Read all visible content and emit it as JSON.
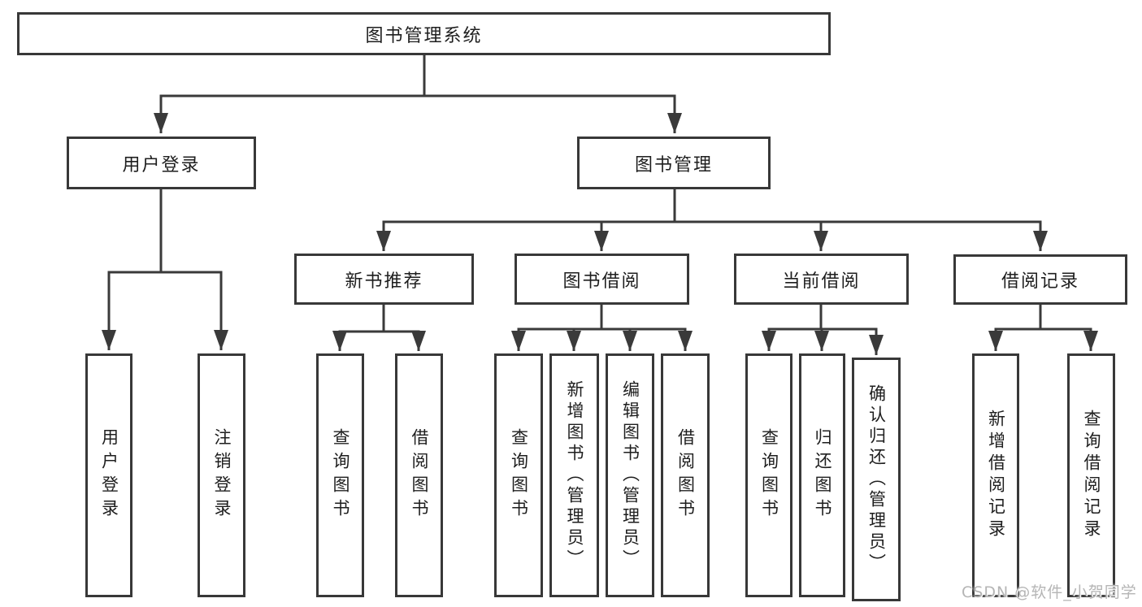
{
  "tree": {
    "root": {
      "label": "图书管理系统"
    },
    "branches": [
      {
        "label": "用户登录",
        "children": [
          {
            "label": "用户登录"
          },
          {
            "label": "注销登录"
          }
        ]
      },
      {
        "label": "图书管理",
        "children": [
          {
            "label": "新书推荐",
            "children": [
              {
                "label": "查询图书"
              },
              {
                "label": "借阅图书"
              }
            ]
          },
          {
            "label": "图书借阅",
            "children": [
              {
                "label": "查询图书"
              },
              {
                "label": "新增图书（管理员）"
              },
              {
                "label": "编辑图书（管理员）"
              },
              {
                "label": "借阅图书"
              }
            ]
          },
          {
            "label": "当前借阅",
            "children": [
              {
                "label": "查询图书"
              },
              {
                "label": "归还图书"
              },
              {
                "label": "确认归还（管理员）"
              }
            ]
          },
          {
            "label": "借阅记录",
            "children": [
              {
                "label": "新增借阅记录"
              },
              {
                "label": "查询借阅记录"
              }
            ]
          }
        ]
      }
    ]
  },
  "watermark": "CSDN @软件_小贺同学",
  "colors": {
    "line": "#3a3a3a",
    "box_border": "#383838",
    "text": "#1e1e1e",
    "watermark": "#b5b5b5",
    "background": "#ffffff"
  }
}
